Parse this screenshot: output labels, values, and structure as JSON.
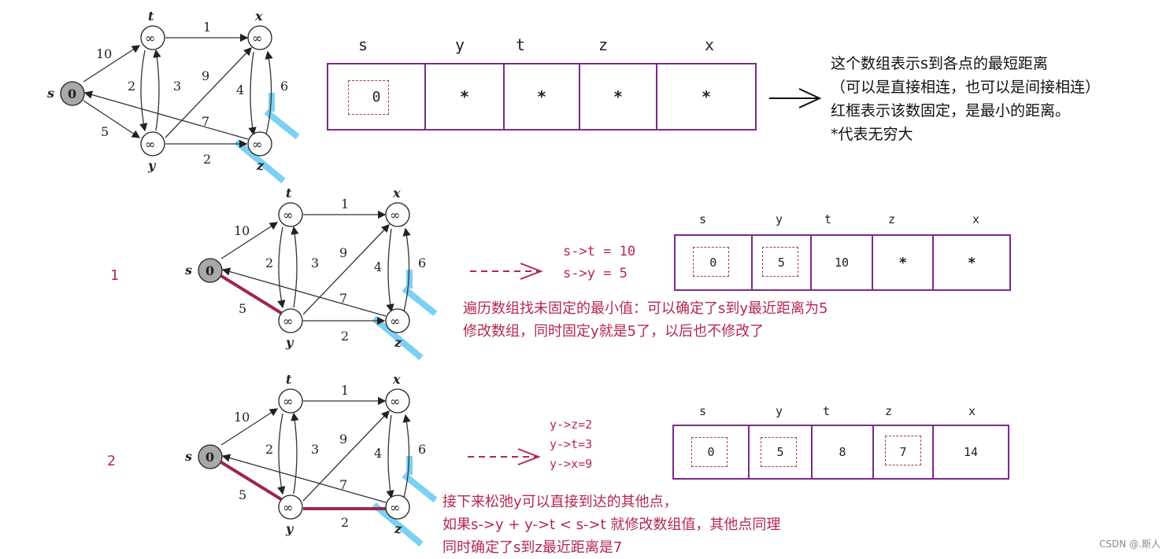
{
  "graph": {
    "source_label": "s",
    "source_value": "0",
    "node_labels": [
      "t",
      "x",
      "y",
      "z"
    ],
    "inf": "∞",
    "edge_weights": {
      "s_t": "10",
      "s_y": "5",
      "t_x": "1",
      "t_y": "2",
      "y_t": "3",
      "y_x": "9",
      "x_z": "4",
      "z_x": "6",
      "z_s": "7",
      "y_z": "2"
    }
  },
  "array_headers": [
    "s",
    "y",
    "t",
    "z",
    "x"
  ],
  "step0": {
    "cells": [
      "0",
      "*",
      "*",
      "*",
      "*"
    ],
    "explanation": [
      "这个数组表示s到各点的最短距离",
      "（可以是直接相连，也可以是间接相连）",
      "红框表示该数固定，是最小的距离。",
      "*代表无穷大"
    ]
  },
  "step1": {
    "number": "1",
    "relax": [
      "s->t = 10",
      "s->y = 5"
    ],
    "cells": [
      "0",
      "5",
      "10",
      "*",
      "*"
    ],
    "notes": [
      "遍历数组找未固定的最小值：可以确定了s到y最近距离为5",
      "修改数组，同时固定y就是5了，以后也不修改了"
    ]
  },
  "step2": {
    "number": "2",
    "relax": [
      "y->z=2",
      "y->t=3",
      "y->x=9"
    ],
    "cells": [
      "0",
      "5",
      "8",
      "7",
      "14"
    ],
    "notes": [
      "接下来松弛y可以直接到达的其他点，",
      "如果s->y + y->t < s->t 就修改数组值，其他点同理",
      "同时确定了s到z最近距离是7"
    ]
  },
  "watermark": "CSDN @.斯人",
  "colors": {
    "purple": "#7a2a8a",
    "crimson": "#b5274e",
    "blue_highlight": "#5bc4f0",
    "node_gray": "#a8a8a8"
  }
}
